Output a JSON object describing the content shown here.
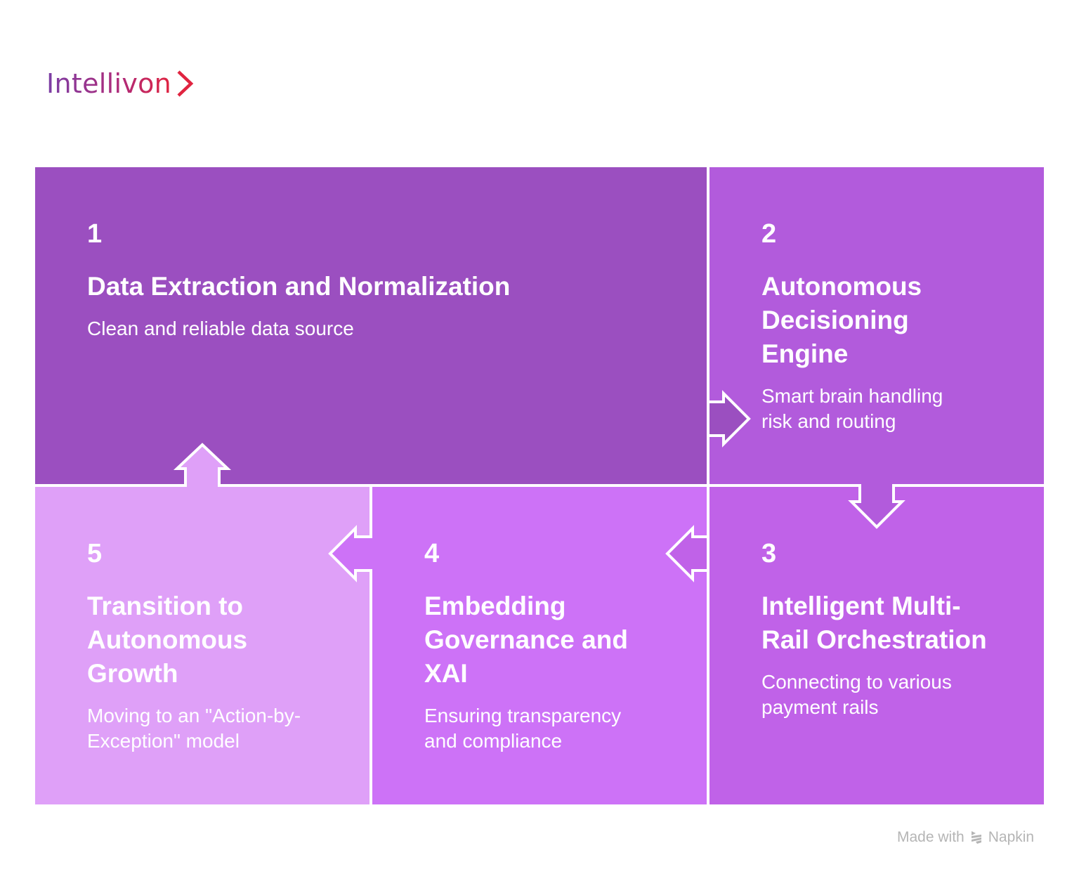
{
  "brand": {
    "name": "Intellivon",
    "chevron_icon": "chevron-right",
    "gradient": [
      "#7b3fa6",
      "#e02440"
    ]
  },
  "steps": [
    {
      "number": "1",
      "title": "Data Extraction and Normalization",
      "description": "Clean and reliable data source",
      "color": "#9b4fc0"
    },
    {
      "number": "2",
      "title": "Autonomous Decisioning Engine",
      "description": "Smart brain handling risk and routing",
      "color": "#b25bdc"
    },
    {
      "number": "3",
      "title": "Intelligent Multi-Rail Orchestration",
      "description": "Connecting to various payment rails",
      "color": "#c062e8"
    },
    {
      "number": "4",
      "title": "Embedding Governance and XAI",
      "description": "Ensuring transparency and compliance",
      "color": "#cd72f7"
    },
    {
      "number": "5",
      "title": "Transition to Autonomous Growth",
      "description": "Moving to an \"Action-by-Exception\" model",
      "color": "#dfa0f8"
    }
  ],
  "flow_arrows": [
    {
      "from": "1",
      "to": "2",
      "direction": "right"
    },
    {
      "from": "2",
      "to": "3",
      "direction": "down"
    },
    {
      "from": "3",
      "to": "4",
      "direction": "left"
    },
    {
      "from": "4",
      "to": "5",
      "direction": "left"
    },
    {
      "from": "5",
      "to": "1",
      "direction": "up"
    }
  ],
  "footer": {
    "made_with": "Made with",
    "brand": "Napkin",
    "icon": "napkin-logo"
  }
}
